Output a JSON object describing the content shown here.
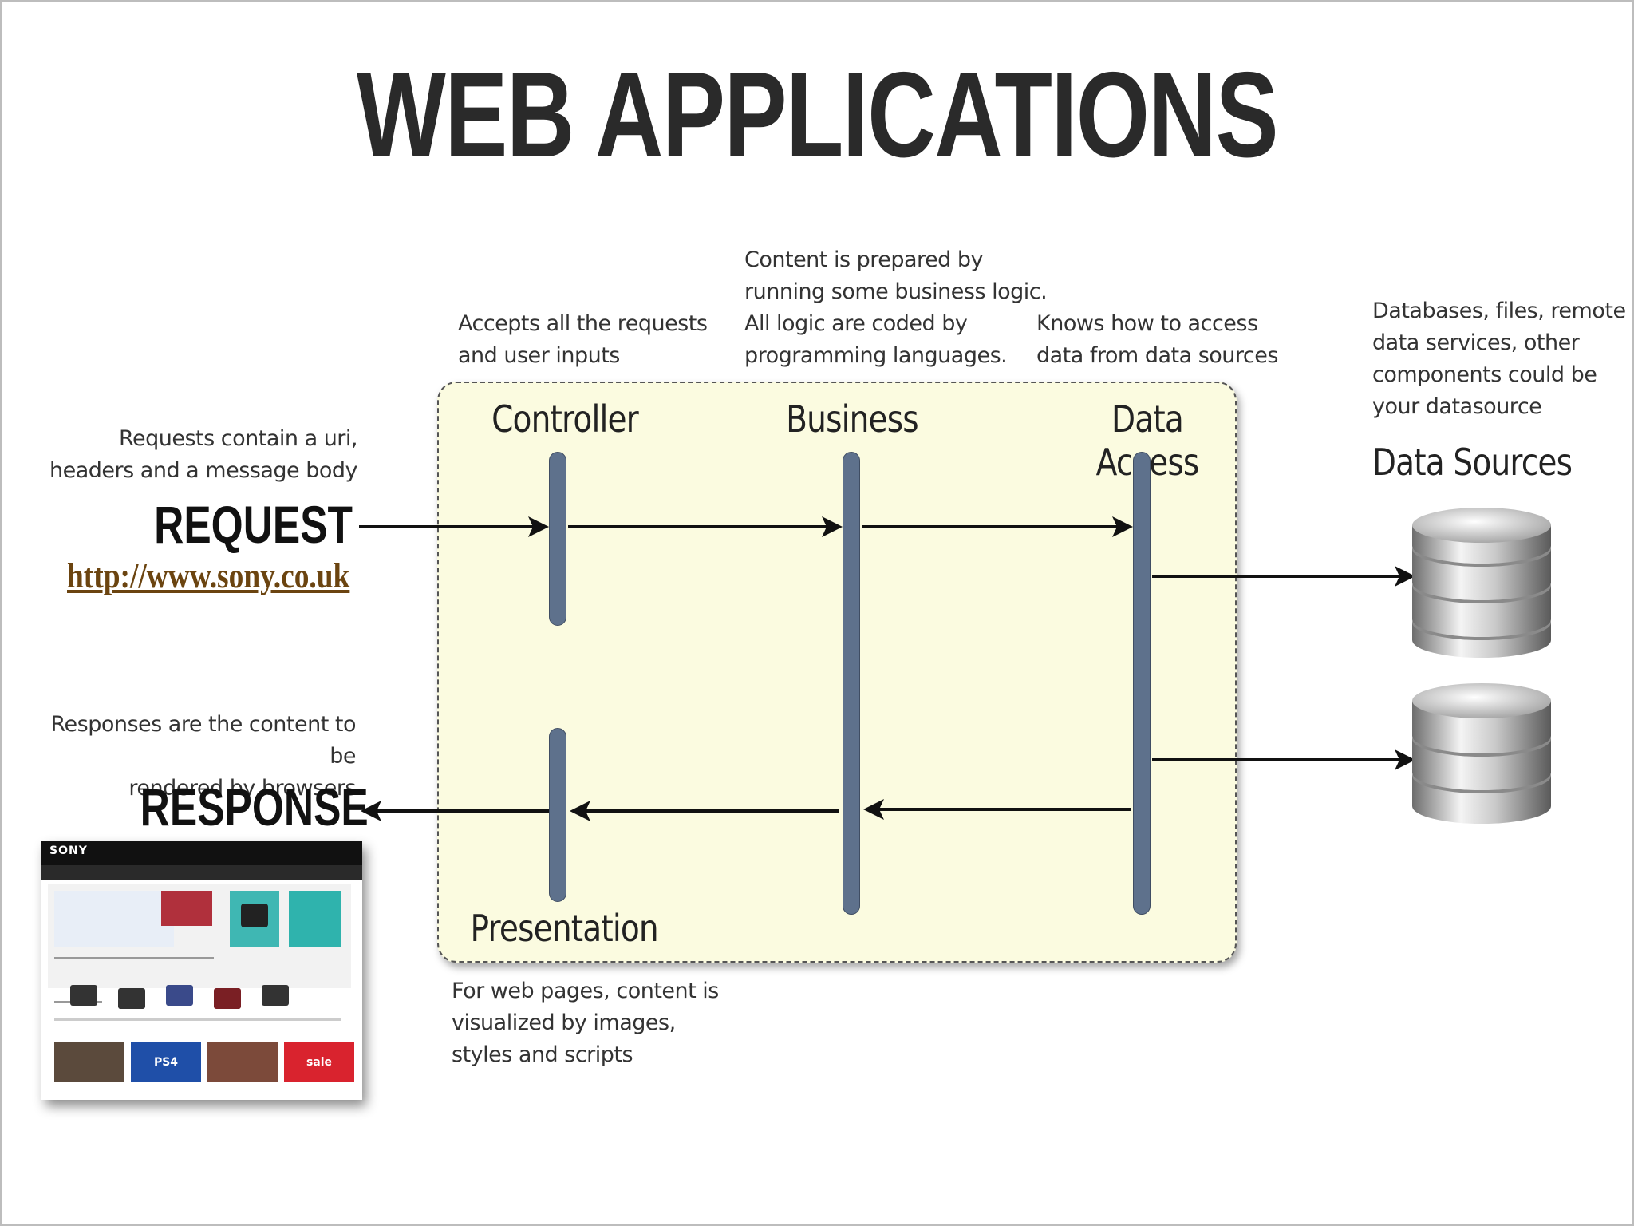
{
  "title": "WEB APPLICATIONS",
  "notes": {
    "controller": "Accepts all the requests\nand user inputs",
    "business": "Content is prepared by\nrunning some business logic.\nAll logic are coded by\nprogramming languages.",
    "data_access": "Knows how to access\ndata from data sources",
    "data_sources": "Databases, files, remote\ndata services, other\ncomponents could be\nyour datasource",
    "request": "Requests contain a uri,\nheaders and a message body",
    "response": "Responses are the content to be\nrendered by browsers",
    "presentation": "For web pages, content is\nvisualized by images,\nstyles and scripts"
  },
  "layers": {
    "controller": "Controller",
    "business": "Business",
    "data_access": "Data Access",
    "presentation": "Presentation"
  },
  "request_label": "REQUEST",
  "response_label": "RESPONSE",
  "request_url": "http://www.sony.co.uk",
  "data_sources_label": "Data Sources",
  "screenshot": {
    "brand": "SONY",
    "ps4": "PS4",
    "sale": "sale"
  },
  "colors": {
    "box_fill": "#fbfbe0",
    "bar_fill": "#5e718c",
    "url": "#6b4410"
  }
}
